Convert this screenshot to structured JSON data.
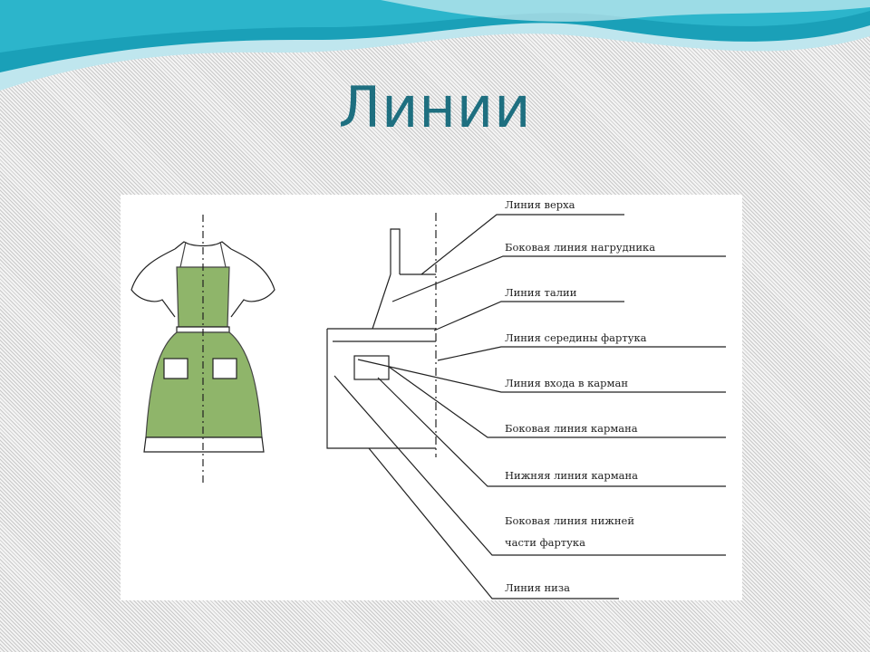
{
  "title": "Линии",
  "colors": {
    "title": "#1e6f80",
    "wave_dark": "#1aa0b8",
    "wave_light": "#bfe6ee",
    "apron_green": "#8fb56a",
    "apron_green_dark": "#6f9a4c",
    "line": "#222222"
  },
  "figure": {
    "labels": [
      "Линия верха",
      "Боковая линия нагрудника",
      "Линия талии",
      "Линия середины фартука",
      "Линия входа в карман",
      "Боковая линия кармана",
      "Нижняя линия кармана",
      "Боковая линия нижней",
      "части фартука",
      "Линия низа"
    ]
  }
}
